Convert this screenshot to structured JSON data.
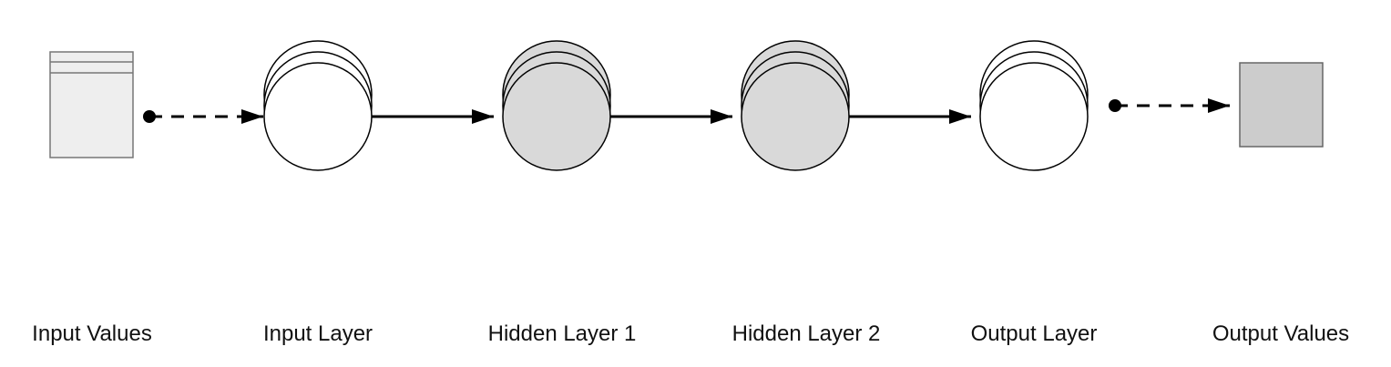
{
  "labels": {
    "input_values": "Input Values",
    "input_layer": "Input Layer",
    "hidden_layer_1": "Hidden Layer 1",
    "hidden_layer_2": "Hidden Layer 2",
    "output_layer": "Output Layer",
    "output_values": "Output Values"
  },
  "colors": {
    "stroke": "#000000",
    "input_values_fill": "#eeeeee",
    "input_values_border": "#777777",
    "layer_white": "#ffffff",
    "layer_gray": "#d9d9d9",
    "output_values_fill": "#cccccc",
    "output_values_border": "#666666"
  }
}
